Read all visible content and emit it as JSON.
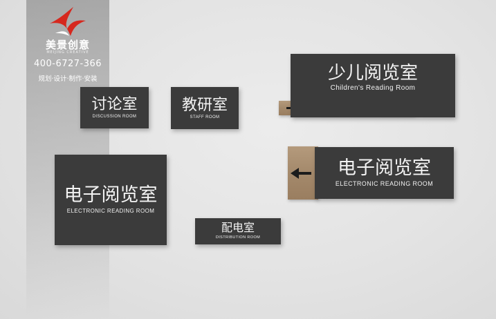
{
  "brand": {
    "name": "美景创意",
    "sub": "MEIJING CREATIVE",
    "phone": "400-6727-366",
    "services": "规划·设计·制作·安装",
    "colors": {
      "logo_red": "#d6281e",
      "logo_white": "#ffffff"
    }
  },
  "signs": {
    "discussion": {
      "cn": "讨论室",
      "en": "DISCUSSION ROOM"
    },
    "staff": {
      "cn": "教研室",
      "en": "STAFF ROOM"
    },
    "electronic_left": {
      "cn": "电子阅览室",
      "en": "ELECTRONIC READING ROOM"
    },
    "distribution": {
      "cn": "配电室",
      "en": "DISTRIBUTION ROOM"
    },
    "children": {
      "cn": "少儿阅览室",
      "en": "Children's Reading Room",
      "arrow": "arrow-right-icon"
    },
    "electronic_right": {
      "cn": "电子阅览室",
      "en": "ELECTRONIC READING ROOM",
      "arrow": "arrow-left-icon"
    }
  },
  "colors": {
    "sign_face": "#3b3b3b",
    "sign_text": "#f3f3f3",
    "wood": "#a4896b",
    "wall": "#e4e4e4"
  }
}
